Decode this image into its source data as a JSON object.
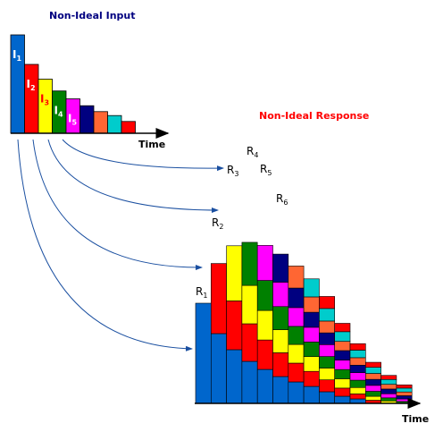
{
  "input_title": "Non-Ideal Input",
  "response_title": "Non-Ideal Response",
  "input_time_label": "Time",
  "response_time_label": "Time",
  "colors": {
    "input_title": "#000080",
    "response_title": "#ff0000",
    "arrow": "#1a4fa0",
    "axis": "#000000"
  },
  "palette": [
    "#0066cc",
    "#ff0000",
    "#ffff00",
    "#008000",
    "#ff00ff",
    "#000080",
    "#ff6633",
    "#00cccc",
    "#ff0000",
    "#ffffff",
    "#ffffff"
  ],
  "input_pulses": [
    {
      "name": "I",
      "sub": "1",
      "color": "#0066cc",
      "level": 1.0,
      "label_color": "#ffffff"
    },
    {
      "name": "I",
      "sub": "2",
      "color": "#ff0000",
      "level": 0.7,
      "label_color": "#ffffff"
    },
    {
      "name": "I",
      "sub": "3",
      "color": "#ffff00",
      "level": 0.55,
      "label_color": "#ff0000"
    },
    {
      "name": "I",
      "sub": "4",
      "color": "#008000",
      "level": 0.43,
      "label_color": "#ffffff"
    },
    {
      "name": "I",
      "sub": "5",
      "color": "#ff00ff",
      "level": 0.35,
      "label_color": "#ffffff"
    },
    {
      "name": "",
      "sub": "",
      "color": "#000080",
      "level": 0.28,
      "label_color": ""
    },
    {
      "name": "",
      "sub": "",
      "color": "#ff6633",
      "level": 0.22,
      "label_color": ""
    },
    {
      "name": "",
      "sub": "",
      "color": "#00cccc",
      "level": 0.18,
      "label_color": ""
    },
    {
      "name": "",
      "sub": "",
      "color": "#ff0000",
      "level": 0.12,
      "label_color": ""
    }
  ],
  "response_labels": [
    {
      "name": "R",
      "sub": "1"
    },
    {
      "name": "R",
      "sub": "2"
    },
    {
      "name": "R",
      "sub": "3"
    },
    {
      "name": "R",
      "sub": "4"
    },
    {
      "name": "R",
      "sub": "5"
    },
    {
      "name": "R",
      "sub": "6"
    }
  ]
}
